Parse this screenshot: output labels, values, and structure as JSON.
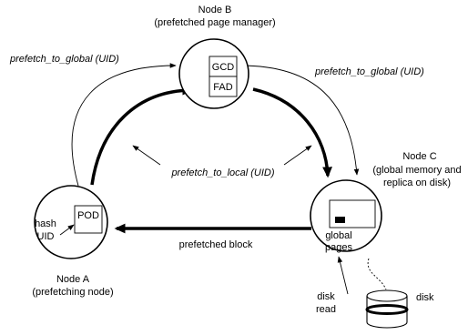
{
  "nodes": {
    "b": {
      "title": "Node B",
      "subtitle": "(prefetched page manager)",
      "box_gcd": "GCD",
      "box_fad": "FAD"
    },
    "c": {
      "title": "Node C",
      "subtitle_line1": "(global memory and",
      "subtitle_line2": "replica on disk)",
      "pages_line1": "global",
      "pages_line2": "pages"
    },
    "a": {
      "title": "Node A",
      "subtitle": "(prefetching node)",
      "box_pod": "POD",
      "hash_line1": "hash",
      "hash_line2": "UID"
    }
  },
  "edges": {
    "prefetch_to_global_left": "prefetch_to_global (UID)",
    "prefetch_to_global_right": "prefetch_to_global (UID)",
    "prefetch_to_local": "prefetch_to_local (UID)",
    "prefetched_block": "prefetched block",
    "disk_read_line1": "disk",
    "disk_read_line2": "read"
  },
  "disk": {
    "label": "disk"
  }
}
